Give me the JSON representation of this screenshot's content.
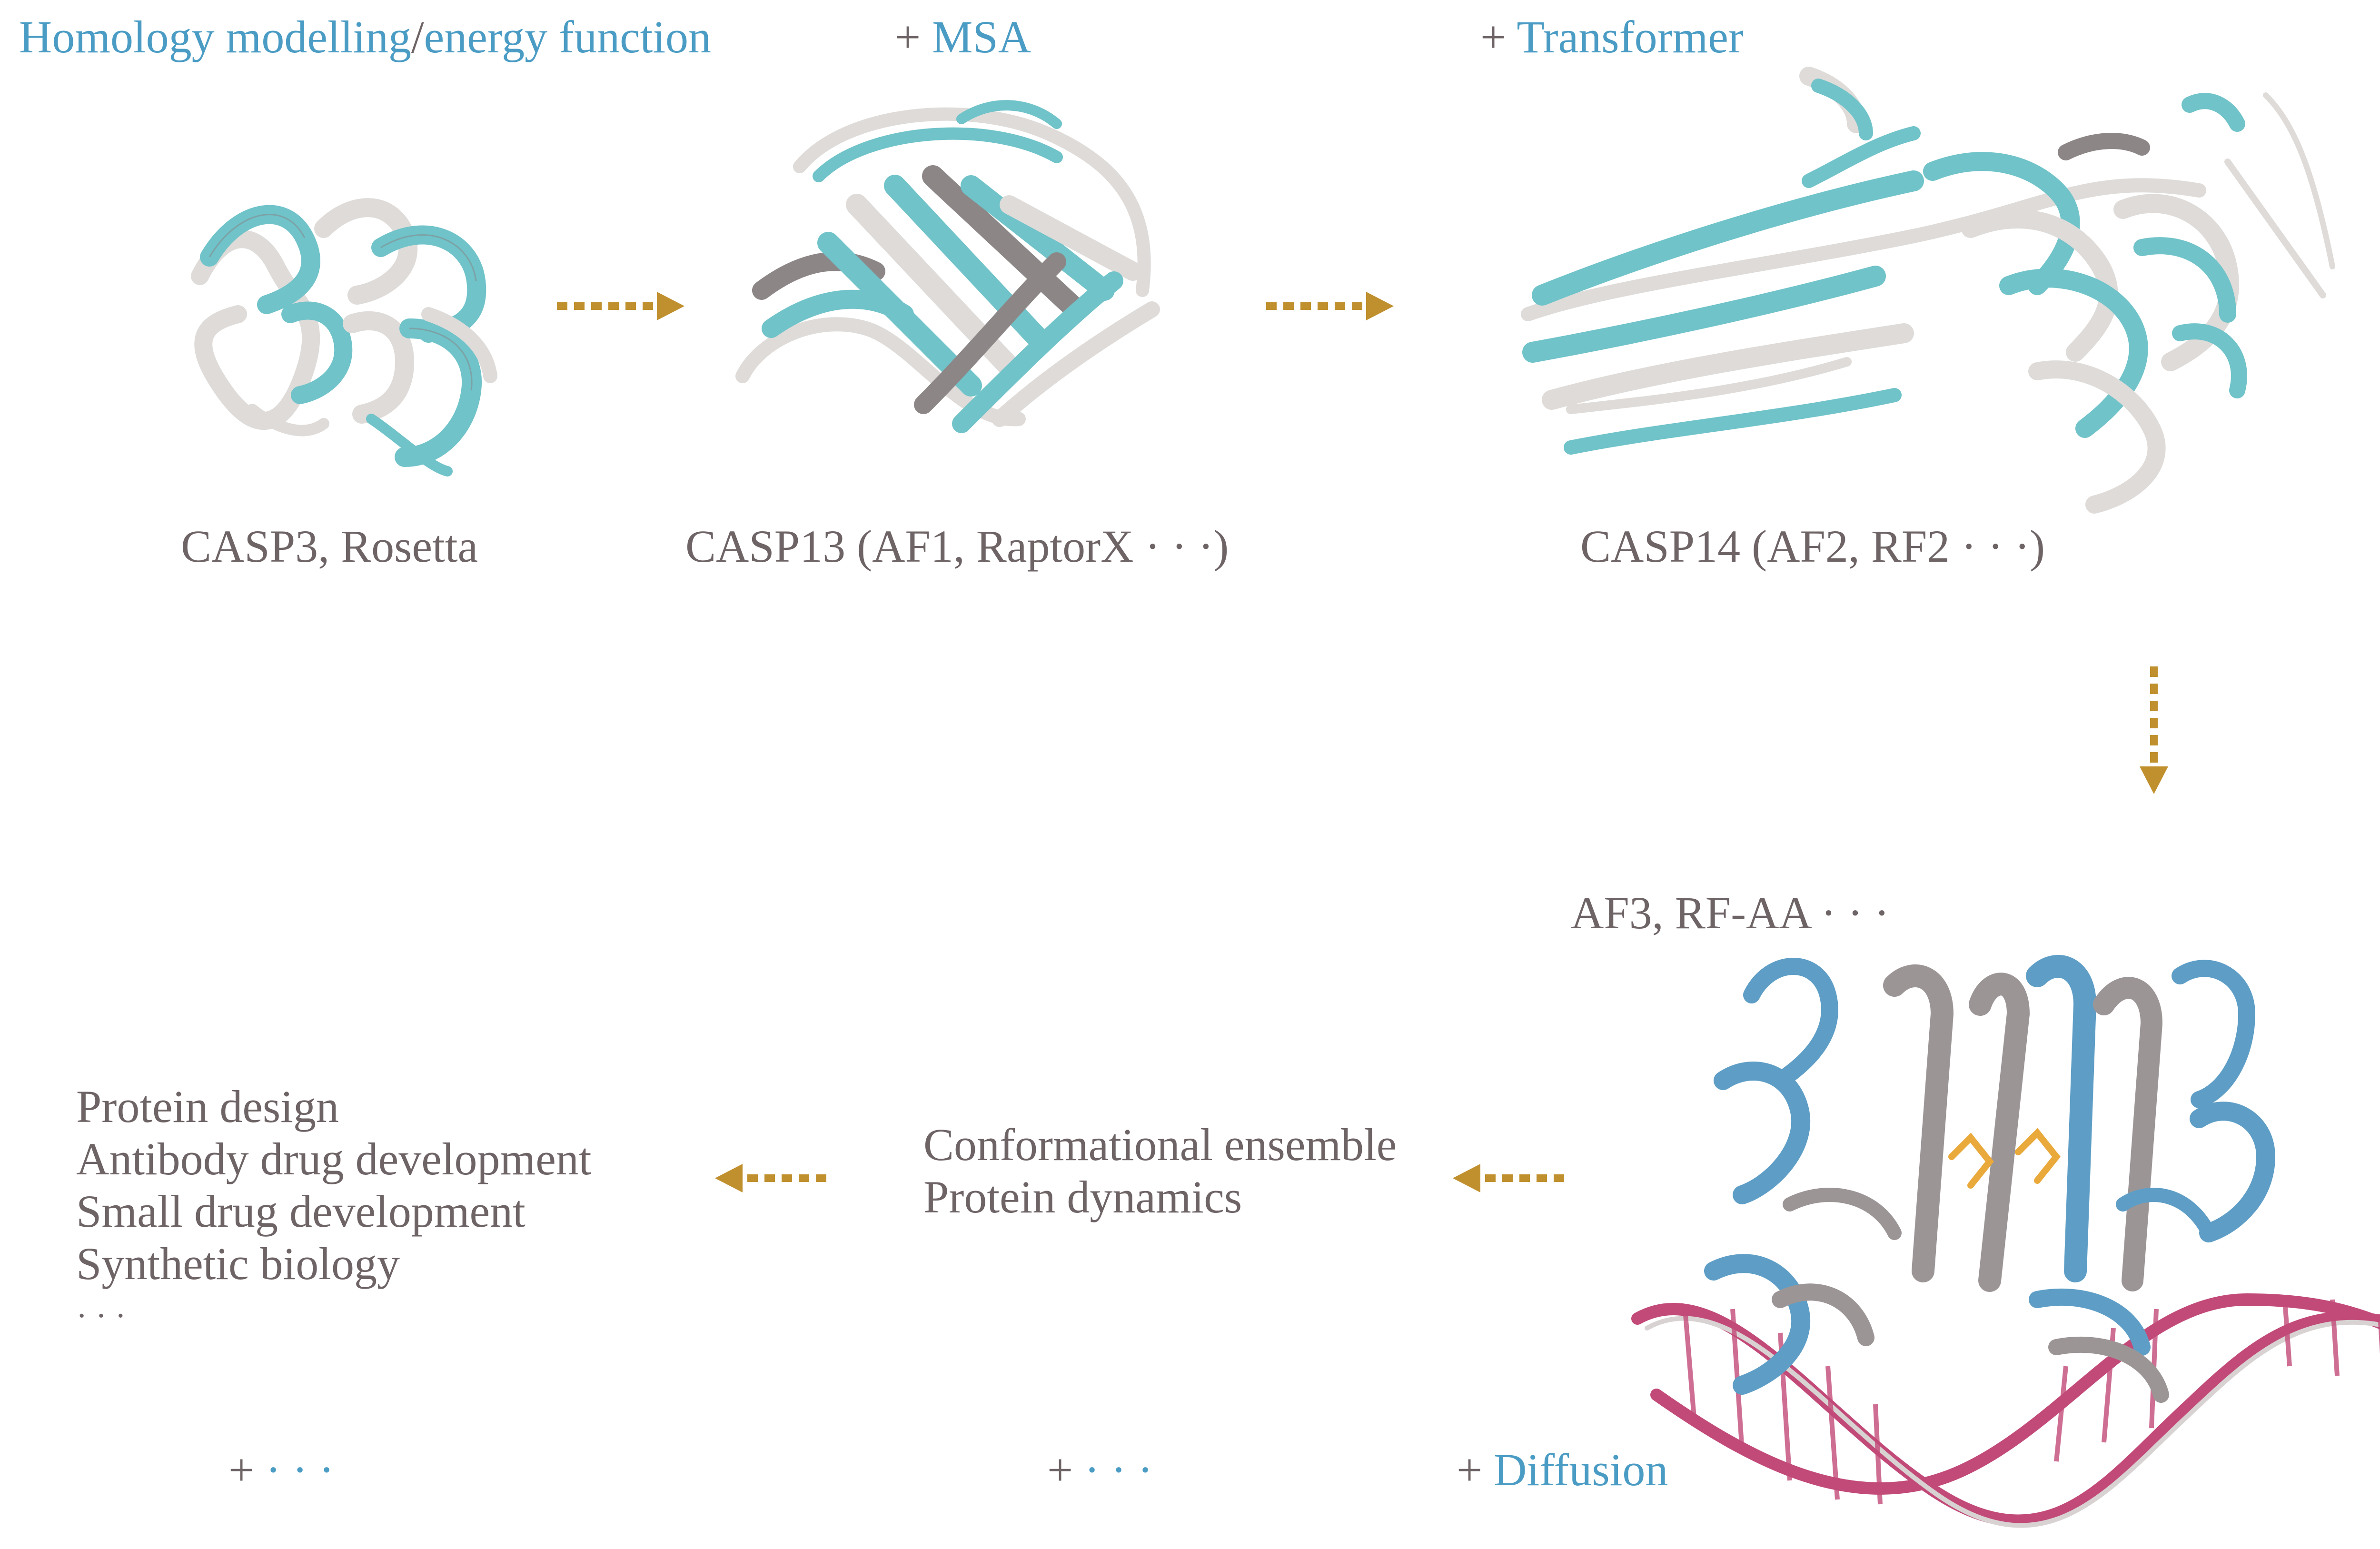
{
  "colors": {
    "text": "#6e6466",
    "accent": "#4a9cc4",
    "arrow": "#c0902e",
    "cyan_ribbon": "#6fc3c9",
    "white_ribbon": "#dedbd9",
    "blue_ribbon": "#5e9ec6",
    "dna": "#c24a78",
    "ligand": "#e9a93b"
  },
  "header": {
    "homology": "Homology modelling",
    "slash": "/",
    "energy": "energy function",
    "msa_plus": "+ ",
    "msa": "MSA",
    "transformer_plus": "+ ",
    "transformer": "Transformer"
  },
  "stages": {
    "casp3": "CASP3, Rosetta",
    "casp13": "CASP13 (AF1, RaptorX · · ·)",
    "casp14": "CASP14 (AF2, RF2 · · ·)",
    "af3": "AF3, RF-AA · · ·"
  },
  "middle": {
    "line1": "Conformational ensemble",
    "line2": "Protein dynamics"
  },
  "applications": {
    "items": [
      "Protein design",
      "Antibody drug development",
      "Small drug development",
      "Synthetic biology"
    ],
    "ellipsis": "· · ·"
  },
  "footer": {
    "plus1": "+",
    "dots1": " · · ·",
    "plus2": "+",
    "dots2": " · · ·",
    "plus3": "+ ",
    "diffusion": "Diffusion"
  },
  "icons": [
    "dotted-arrow-right-icon",
    "dotted-arrow-down-icon",
    "dotted-arrow-left-icon"
  ]
}
